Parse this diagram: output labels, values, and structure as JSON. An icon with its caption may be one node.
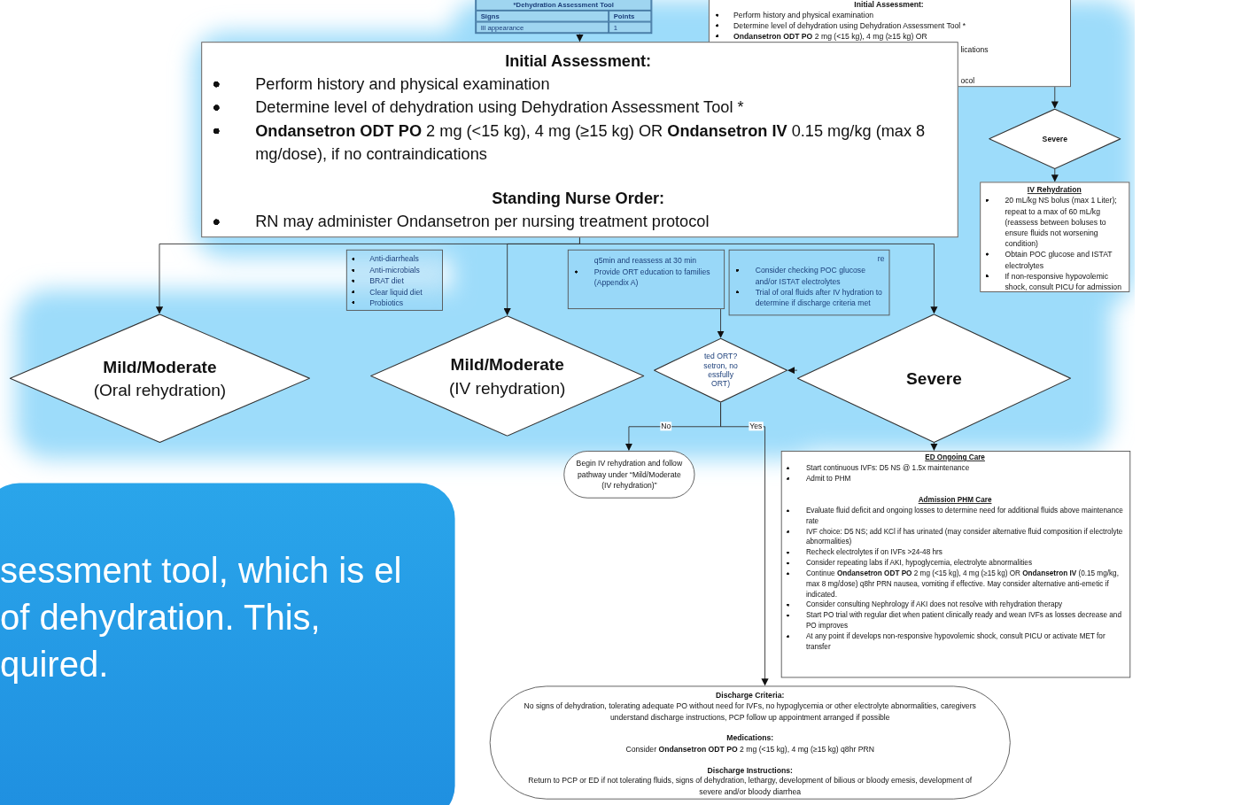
{
  "diagram": {
    "nodes": [
      {
        "text": [
          "Initial Assessment:",
          "Perform history and physical examination",
          "Determine level of dehydration using Dehydration Assessment Tool *",
          "**Ondansetron ODT PO** 2 mg (<15 kg), 4 mg (≥15 kg) OR",
          "lications",
          "ocol"
        ]
      },
      {
        "text": [
          "*Dehydration Assessment Tool",
          "Signs",
          "Points",
          "Ill appearance",
          "1"
        ]
      },
      {
        "text": [
          "Initial Assessment:",
          "Perform history and physical examination",
          "Determine level of dehydration using Dehydration Assessment Tool *",
          "**Ondansetron ODT PO** 2 mg (<15 kg), 4 mg (≥15 kg) OR **Ondansetron IV** 0.15 mg/kg (max 8 mg/dose), if no contraindications",
          "Standing Nurse Order:",
          "RN may administer Ondansetron per nursing treatment protocol"
        ]
      },
      {
        "text": [
          "Severe"
        ]
      },
      {
        "text": [
          "IV Rehydration",
          "20 mL/kg NS bolus (max 1 Liter); repeat to a max of 60 mL/kg (reassess between boluses to ensure fluids not worsening condition)",
          "Obtain POC glucose and ISTAT electrolytes",
          "If non-responsive hypovolemic shock, consult PICU for admission"
        ]
      },
      {
        "text": [
          "Anti-diarrheals",
          "Anti-microbials",
          "BRAT diet",
          "Clear liquid diet",
          "Probiotics"
        ]
      },
      {
        "text": [
          "q5min and reassess at 30 min",
          "Provide ORT education to families (Appendix A)"
        ]
      },
      {
        "text": [
          "re",
          "Consider checking POC glucose and/or ISTAT electrolytes",
          "Trial of oral fluids after IV hydration to determine if discharge criteria met"
        ]
      },
      {
        "text": [
          "Mild/Moderate",
          "(Oral rehydration)"
        ]
      },
      {
        "text": [
          "Mild/Moderate",
          "(IV rehydration)"
        ]
      },
      {
        "text": [
          "ted ORT?",
          "setron, no",
          "essfully",
          "ORT)"
        ]
      },
      {
        "text": [
          "Severe"
        ]
      },
      {
        "text": [
          "Begin IV rehydration and follow pathway under “Mild/Moderate (IV rehydration)”"
        ]
      },
      {
        "text": [
          "ED Ongoing Care",
          "Start continuous IVFs: D5 NS @ 1.5x maintenance",
          "Admit to PHM",
          "Admission PHM Care",
          "Evaluate fluid deficit and ongoing losses to determine need for additional fluids above maintenance rate",
          "IVF choice: D5 NS; add KCl if has urinated (may consider alternative fluid composition if electrolyte abnormalities)",
          "Recheck electrolytes if on IVFs >24-48 hrs",
          "Consider repeating labs if AKI, hypoglycemia, electrolyte abnormalities",
          "Continue **Ondansetron ODT PO** 2 mg (<15 kg), 4 mg (≥15 kg) OR **Ondansetron IV** (0.15 mg/kg, max 8 mg/dose) q8hr PRN nausea, vomiting if effective. May consider alternative anti-emetic if indicated.",
          "Consider consulting Nephrology if AKI does not resolve with rehydration therapy",
          "Start PO trial with regular diet when patient clinically ready and wean IVFs as losses decrease and PO improves",
          "At any point if develops non-responsive hypovolemic shock, consult PICU or activate MET for transfer"
        ]
      },
      {
        "text": [
          "Discharge Criteria:",
          "No signs of dehydration, tolerating adequate PO without need for IVFs, no hypoglycemia or other electrolyte abnormalities, caregivers understand discharge instructions, PCP follow up appointment arranged if possible",
          "Medications:",
          "Consider **Ondansetron ODT PO** 2 mg (<15 kg), 4 mg (≥15 kg) q8hr PRN",
          "Discharge Instructions:",
          "Return to PCP or ED if not tolerating fluids, signs of dehydration, lethargy, development of bilious or bloody emesis, development of severe and/or bloody diarrhea"
        ]
      },
      {
        "text": [
          "sessment tool, which is el of dehydration. This, quired."
        ]
      }
    ],
    "edges": [
      {
        "from": 1,
        "to": 2,
        "arrow": "to"
      },
      {
        "from": 2,
        "to": 9,
        "arrow": "to"
      },
      {
        "from": 2,
        "to": 8,
        "arrow": "to"
      },
      {
        "from": 2,
        "to": 11,
        "arrow": "to"
      },
      {
        "from": 0,
        "to": 3,
        "arrow": "to"
      },
      {
        "from": 3,
        "to": 4,
        "arrow": "to"
      },
      {
        "from": 6,
        "to": 10,
        "arrow": "to"
      },
      {
        "from": 11,
        "to": 10,
        "arrow": "to"
      },
      {
        "from": 10,
        "to": 12,
        "label": "No",
        "arrow": "to"
      },
      {
        "from": 10,
        "to": 14,
        "label": "Yes",
        "arrow": "to"
      },
      {
        "from": 11,
        "to": 13,
        "arrow": "to"
      }
    ]
  }
}
